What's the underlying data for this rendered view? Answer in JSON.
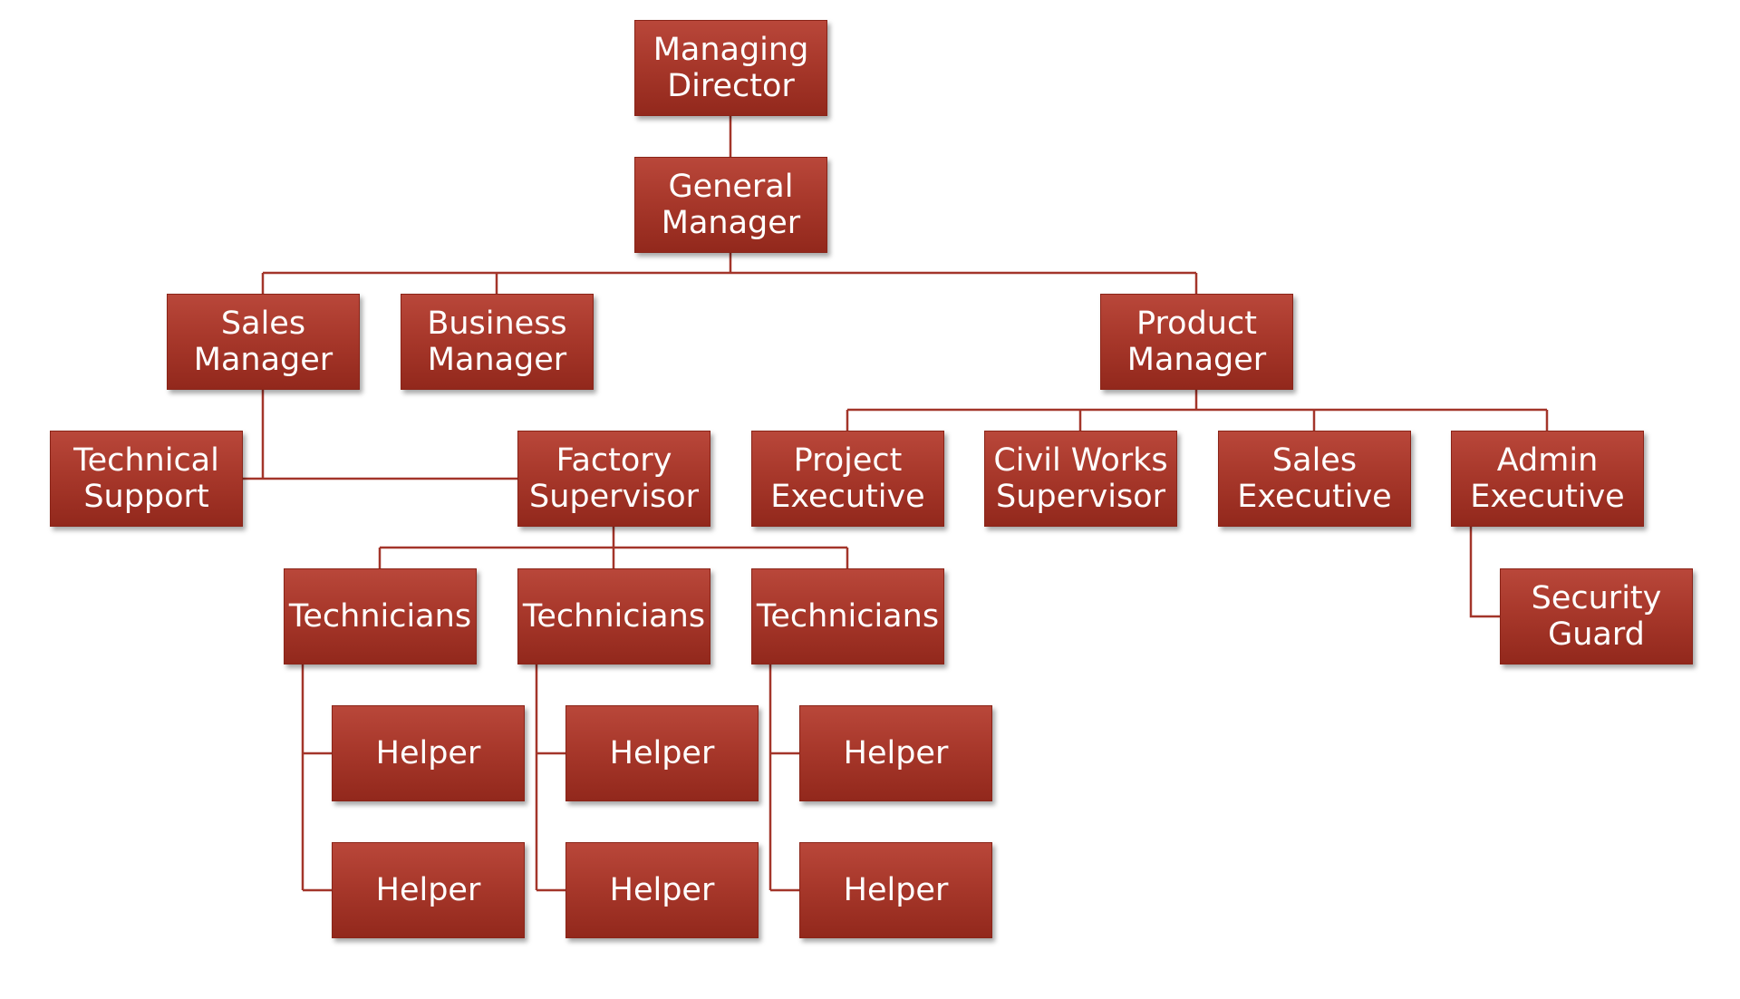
{
  "org_chart": {
    "managing_director": "Managing\nDirector",
    "general_manager": "General\nManager",
    "sales_manager": "Sales\nManager",
    "business_manager": "Business\nManager",
    "product_manager": "Product\nManager",
    "technical_support": "Technical\nSupport",
    "factory_supervisor": "Factory\nSupervisor",
    "project_executive": "Project\nExecutive",
    "civil_works_supervisor": "Civil Works\nSupervisor",
    "sales_executive": "Sales\nExecutive",
    "admin_executive": "Admin\nExecutive",
    "technicians_1": "Technicians",
    "technicians_2": "Technicians",
    "technicians_3": "Technicians",
    "security_guard": "Security\nGuard",
    "helper_1a": "Helper",
    "helper_1b": "Helper",
    "helper_2a": "Helper",
    "helper_2b": "Helper",
    "helper_3a": "Helper",
    "helper_3b": "Helper"
  },
  "colors": {
    "box_fill": "#a8382b",
    "box_border": "#8a2418",
    "connector": "#a3352a",
    "text": "#ffffff"
  }
}
